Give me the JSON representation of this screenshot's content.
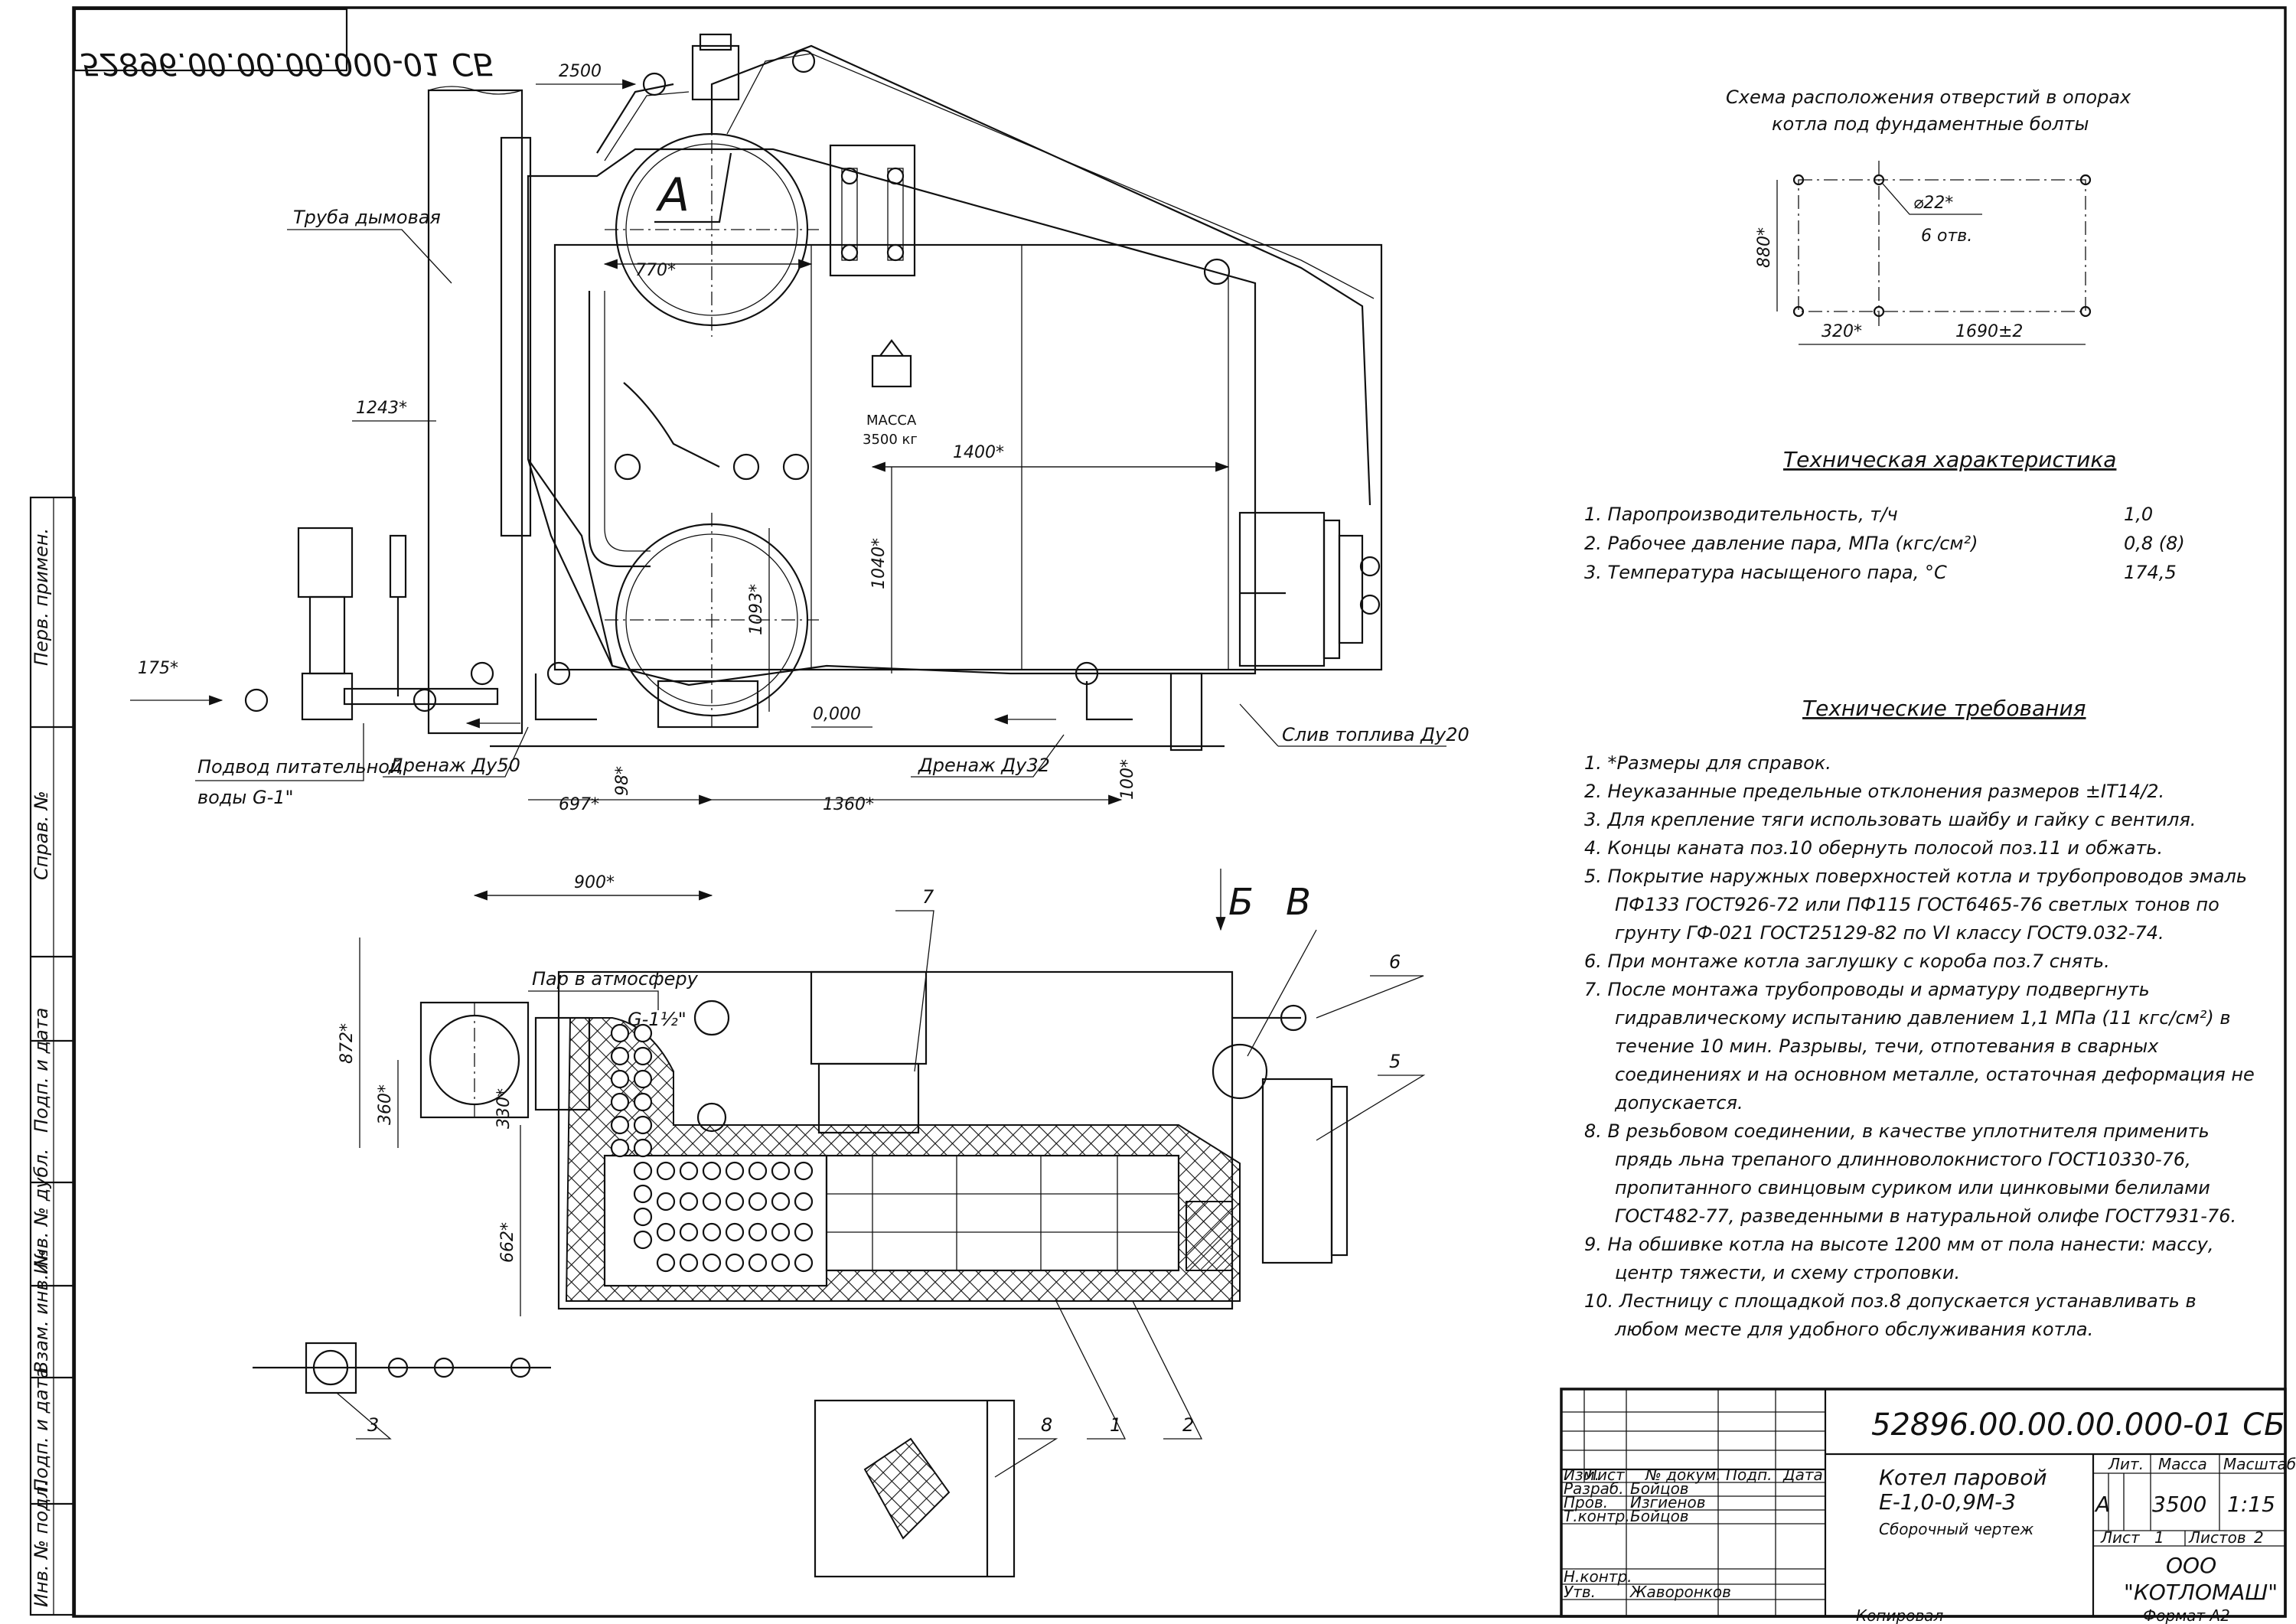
{
  "drawing_number": "52896.00.00.00.000-01 СБ",
  "drawing_number_rotated": "52896.00.00.00.000-01 СБ",
  "side_view": {
    "view_label": "А",
    "mass_label": "МАССА",
    "mass_value": "3500 кг",
    "labels": {
      "smoke_pipe": "Труба дымовая",
      "feed_water": "Подвод питательной",
      "feed_water_2": "воды G-1\"",
      "drain_50": "Дренаж Ду50",
      "drain_32": "Дренаж Ду32",
      "fuel_drain": "Слив топлива Ду20"
    },
    "dims": {
      "d2500": "2500",
      "d770": "770*",
      "d1243": "1243*",
      "d1400": "1400*",
      "d1040": "1040*",
      "d1093": "1093*",
      "d175": "175*",
      "d0": "0,000",
      "d98": "98*",
      "d697": "697*",
      "d1360": "1360*",
      "d100": "100*"
    }
  },
  "plan_view": {
    "label_b": "Б",
    "label_v": "В",
    "steam_out": "Пар в атмосферу",
    "thread": "G-1½\"",
    "dims": {
      "d900": "900*",
      "d872": "872*",
      "d360": "360*",
      "d330": "330*",
      "d662": "662*"
    },
    "callouts": [
      "7",
      "6",
      "5",
      "1",
      "2",
      "3",
      "8"
    ]
  },
  "holes_scheme": {
    "title_1": "Схема расположения отверстий в опорах",
    "title_2": "котла под фундаментные болты",
    "hole_dia": "⌀22*",
    "hole_count": "6 отв.",
    "d880": "880*",
    "d320": "320*",
    "d1690": "1690±2"
  },
  "tech_spec": {
    "title": "Техническая характеристика",
    "rows": [
      {
        "label": "1. Паропроизводительность, т/ч",
        "value": "1,0"
      },
      {
        "label": "2. Рабочее давление пара, МПа (кгс/см²)",
        "value": "0,8 (8)"
      },
      {
        "label": "3. Температура насыщеного пара, °С",
        "value": "174,5"
      }
    ]
  },
  "tech_req": {
    "title": "Технические требования",
    "lines": [
      "1. *Размеры для справок.",
      "2. Неуказанные предельные отклонения размеров ±IT14/2.",
      "3. Для крепление тяги использовать шайбу и гайку с вентиля.",
      "4. Концы каната поз.10 обернуть полосой поз.11 и обжать.",
      "5. Покрытие наружных поверхностей котла и трубопроводов эмаль",
      "ПФ133 ГОСТ926-72 или ПФ115 ГОСТ6465-76 светлых тонов по",
      "грунту ГФ-021 ГОСТ25129-82 по VI классу ГОСТ9.032-74.",
      "6. При монтаже котла заглушку с короба поз.7 снять.",
      "7. После монтажа трубопроводы и арматуру подвергнуть",
      "гидравлическому испытанию давлением 1,1 МПа (11 кгс/см²) в",
      "течение 10 мин. Разрывы, течи, отпотевания в сварных",
      "соединениях и на основном металле, остаточная деформация не",
      "допускается.",
      "8. В резьбовом соединении, в качестве уплотнителя применить",
      "прядь льна трепаного длинноволокнистого ГОСТ10330-76,",
      "пропитанного свинцовым суриком или цинковыми белилами",
      "ГОСТ482-77, разведенными в натуральной олифе ГОСТ7931-76.",
      "9. На обшивке котла на высоте 1200 мм от пола нанести: массу,",
      "центр тяжести, и схему строповки.",
      "10. Лестницу с площадкой поз.8 допускается устанавливать в",
      "любом месте для удобного обслуживания котла."
    ]
  },
  "title_block": {
    "doc_number": "52896.00.00.00.000-01 СБ",
    "name_1": "Котел паровой",
    "name_2": "Е-1,0-0,9М-3",
    "name_3": "Сборочный чертеж",
    "col_izm": "Изм.",
    "col_list": "Лист",
    "col_doc": "№ докум.",
    "col_sign": "Подп.",
    "col_date": "Дата",
    "role_razrab": "Разраб.",
    "role_prov": "Пров.",
    "role_tkontr": "Т.контр.",
    "role_nkontr": "Н.контр.",
    "role_utv": "Утв.",
    "name_razrab": "Бойцов",
    "name_prov": "Изгиенов",
    "name_tkontr": "Бойцов",
    "name_utv": "Жаворонков",
    "lit_label": "Лит.",
    "mass_label": "Масса",
    "scale_label": "Масштаб",
    "lit_value": "А",
    "mass_value": "3500",
    "scale_value": "1:15",
    "sheet_label": "Лист",
    "sheet_value": "1",
    "sheets_label": "Листов",
    "sheets_value": "2",
    "org_1": "ООО",
    "org_2": "\"КОТЛОМАШ\"",
    "copied": "Копировал",
    "format": "Формат   А2"
  },
  "side_strip": {
    "perv_primen": "Перв. примен.",
    "sprav_no": "Справ. №",
    "podp_data_1": "Подп. и дата",
    "inv_dubl": "Инв. № дубл.",
    "vzam_inv": "Взам. инв. №",
    "podp_data_2": "Подп. и дата",
    "inv_podl": "Инв. № подл."
  }
}
